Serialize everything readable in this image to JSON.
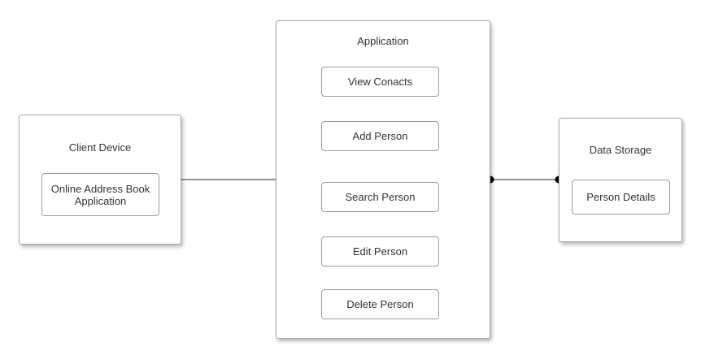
{
  "diagram": {
    "client_device": {
      "title": "Client Device",
      "component": "Online Address Book Application"
    },
    "application": {
      "title": "Application",
      "components": [
        "View Conacts",
        "Add Person",
        "Search Person",
        "Edit Person",
        "Delete Person"
      ]
    },
    "data_storage": {
      "title": "Data Storage",
      "component": "Person Details"
    }
  },
  "colors": {
    "border": "#a8a8a8",
    "connector": "#555555",
    "endpoint": "#000000",
    "text": "#333333"
  }
}
